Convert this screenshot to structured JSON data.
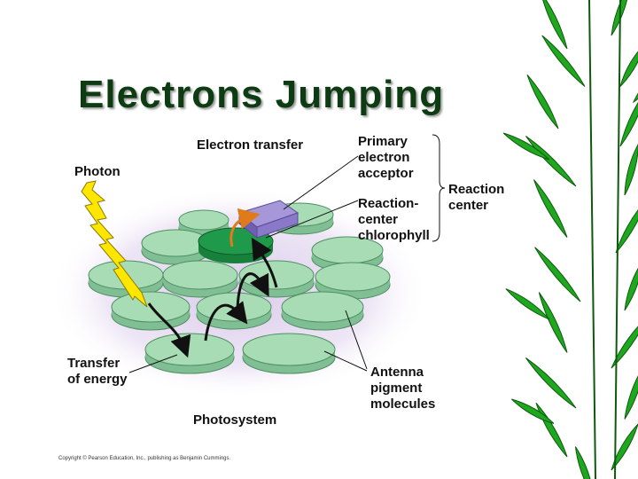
{
  "title": "Electrons Jumping",
  "labels": {
    "electron_transfer": "Electron transfer",
    "photon": "Photon",
    "primary_acceptor": [
      "Primary",
      "electron",
      "acceptor"
    ],
    "reaction_center_chl": [
      "Reaction-",
      "center",
      "chlorophyll"
    ],
    "reaction_center": [
      "Reaction",
      "center"
    ],
    "transfer_energy": [
      "Transfer",
      "of energy"
    ],
    "antenna": [
      "Antenna",
      "pigment",
      "molecules"
    ],
    "photosystem": "Photosystem"
  },
  "copyright": "Copyright © Pearson Education, Inc., publishing as Benjamin Cummings.",
  "colors": {
    "title": "#0d3b12",
    "disk_fill": "#a8dcb4",
    "disk_side": "#7fbf93",
    "reaction_chlorophyll": "#1f9a4a",
    "acceptor": "#8a78c8",
    "background_haze": "#d9c8ea",
    "bamboo": "#1fa81f",
    "photon": "#ffe600"
  },
  "icons": [
    "bamboo-leaves-decoration",
    "photon-lightning-icon"
  ]
}
